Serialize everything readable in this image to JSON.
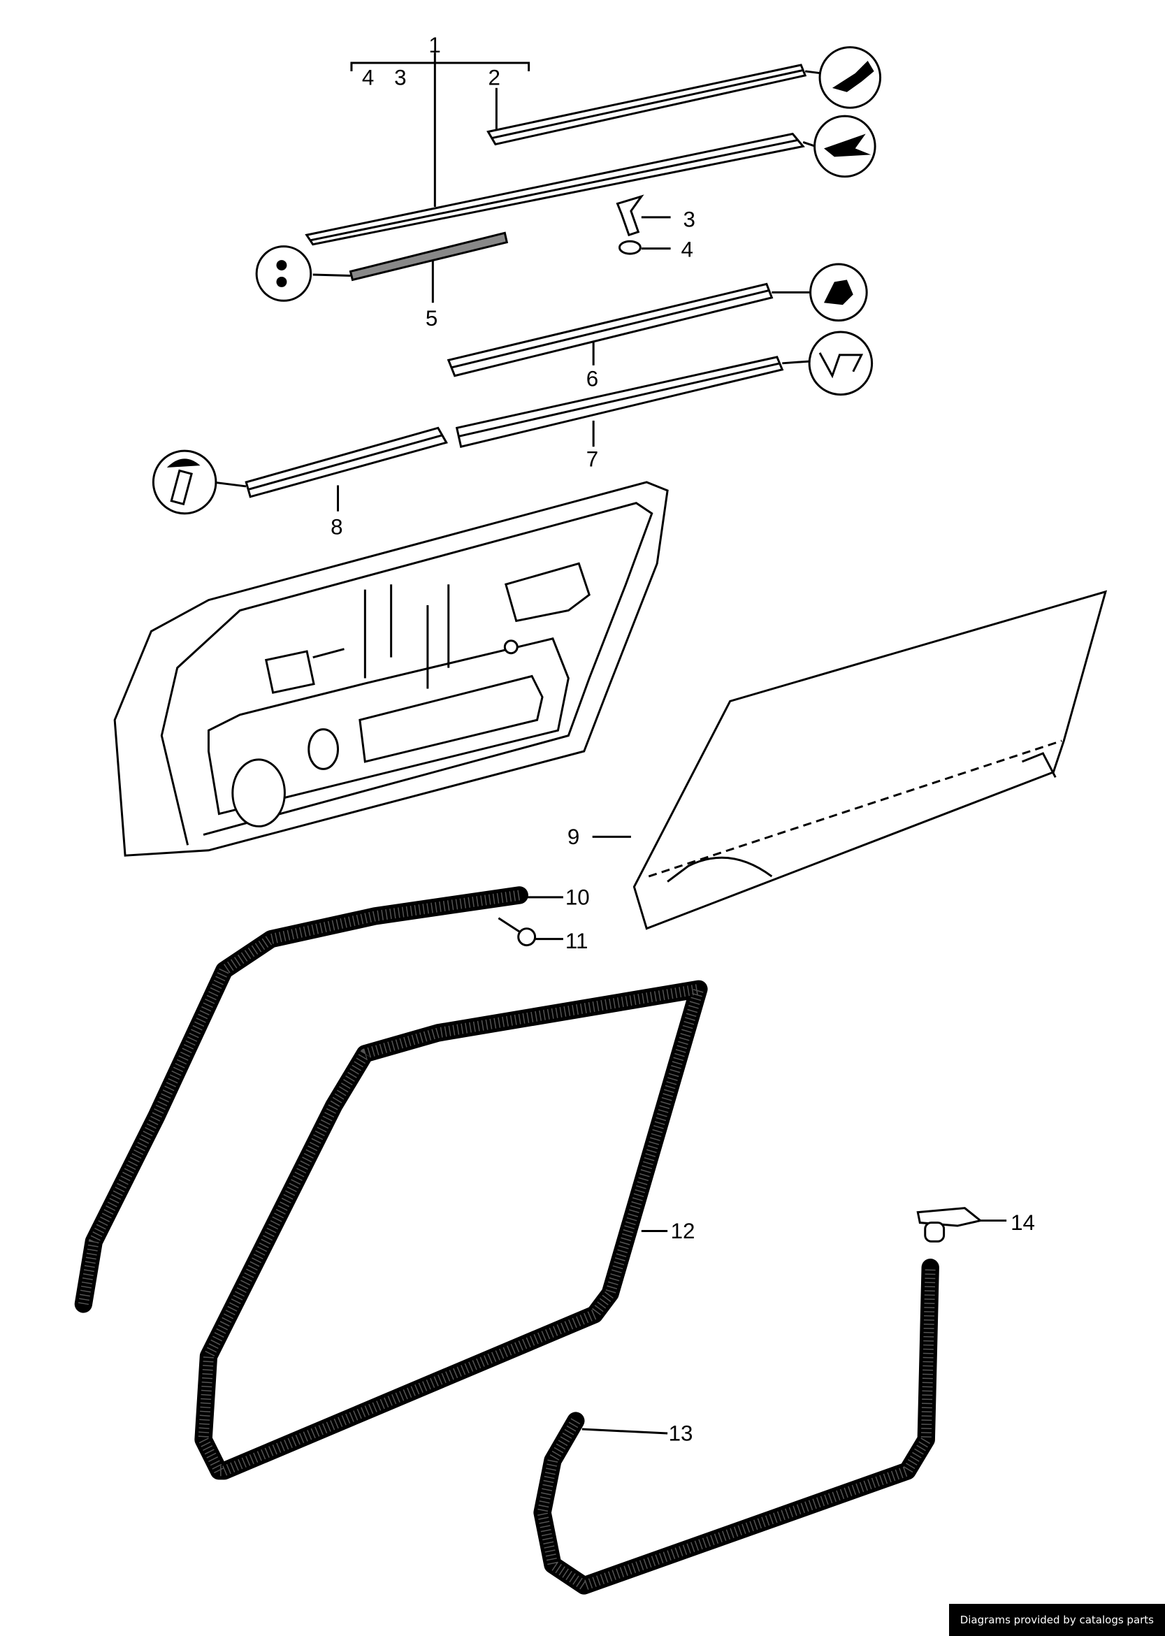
{
  "diagram": {
    "callouts": {
      "c1": "1",
      "c4a": "4",
      "c3a": "3",
      "c2": "2",
      "c3": "3",
      "c4": "4",
      "c5": "5",
      "c6": "6",
      "c7": "7",
      "c8": "8",
      "c9": "9",
      "c10": "10",
      "c11": "11",
      "c12": "12",
      "c13": "13",
      "c14": "14"
    }
  },
  "footer": {
    "credit": "Diagrams provided by catalogs parts"
  }
}
